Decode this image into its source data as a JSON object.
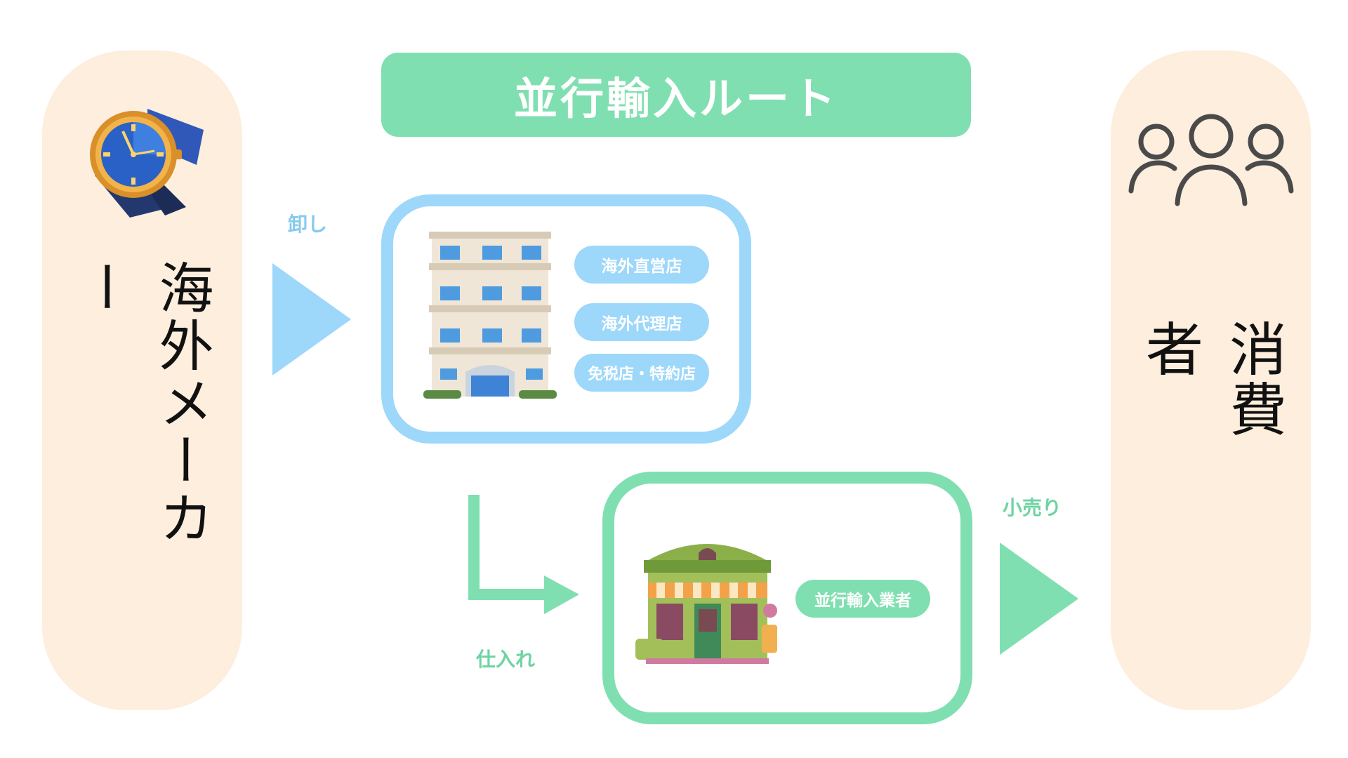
{
  "title": "並行輸入ルート",
  "maker_label": "海外メーカー",
  "consumer_label": "消費者",
  "edges": {
    "wholesale": "卸し",
    "purchase": "仕入れ",
    "retail": "小売り"
  },
  "overseas_box": {
    "tags": [
      "海外直営店",
      "海外代理店",
      "免税店・特約店"
    ]
  },
  "importer_box": {
    "tag": "並行輸入業者"
  },
  "colors": {
    "blue": "#9dd7fa",
    "green": "#80dfb0",
    "peach": "#fdeedd"
  },
  "icons": [
    "wristwatch-icon",
    "people-icon",
    "office-building-icon",
    "shop-storefront-icon",
    "arrow-right-icon",
    "elbow-arrow-icon"
  ]
}
